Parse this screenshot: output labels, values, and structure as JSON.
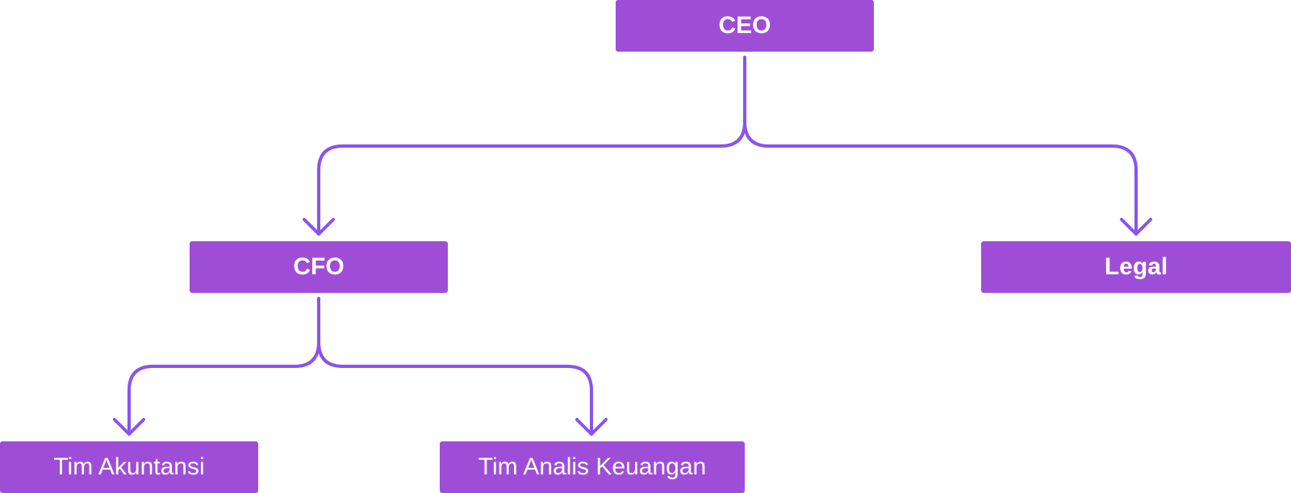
{
  "colors": {
    "node_fill": "#9e4ed6",
    "connector": "#8a52f0",
    "text": "#ffffff"
  },
  "nodes": {
    "ceo": {
      "label": "CEO"
    },
    "cfo": {
      "label": "CFO"
    },
    "legal": {
      "label": "Legal"
    },
    "akuntansi": {
      "label": "Tim Akuntansi"
    },
    "analis": {
      "label": "Tim Analis Keuangan"
    }
  },
  "edges": [
    {
      "from": "ceo",
      "to": "cfo"
    },
    {
      "from": "ceo",
      "to": "legal"
    },
    {
      "from": "cfo",
      "to": "akuntansi"
    },
    {
      "from": "cfo",
      "to": "analis"
    }
  ]
}
